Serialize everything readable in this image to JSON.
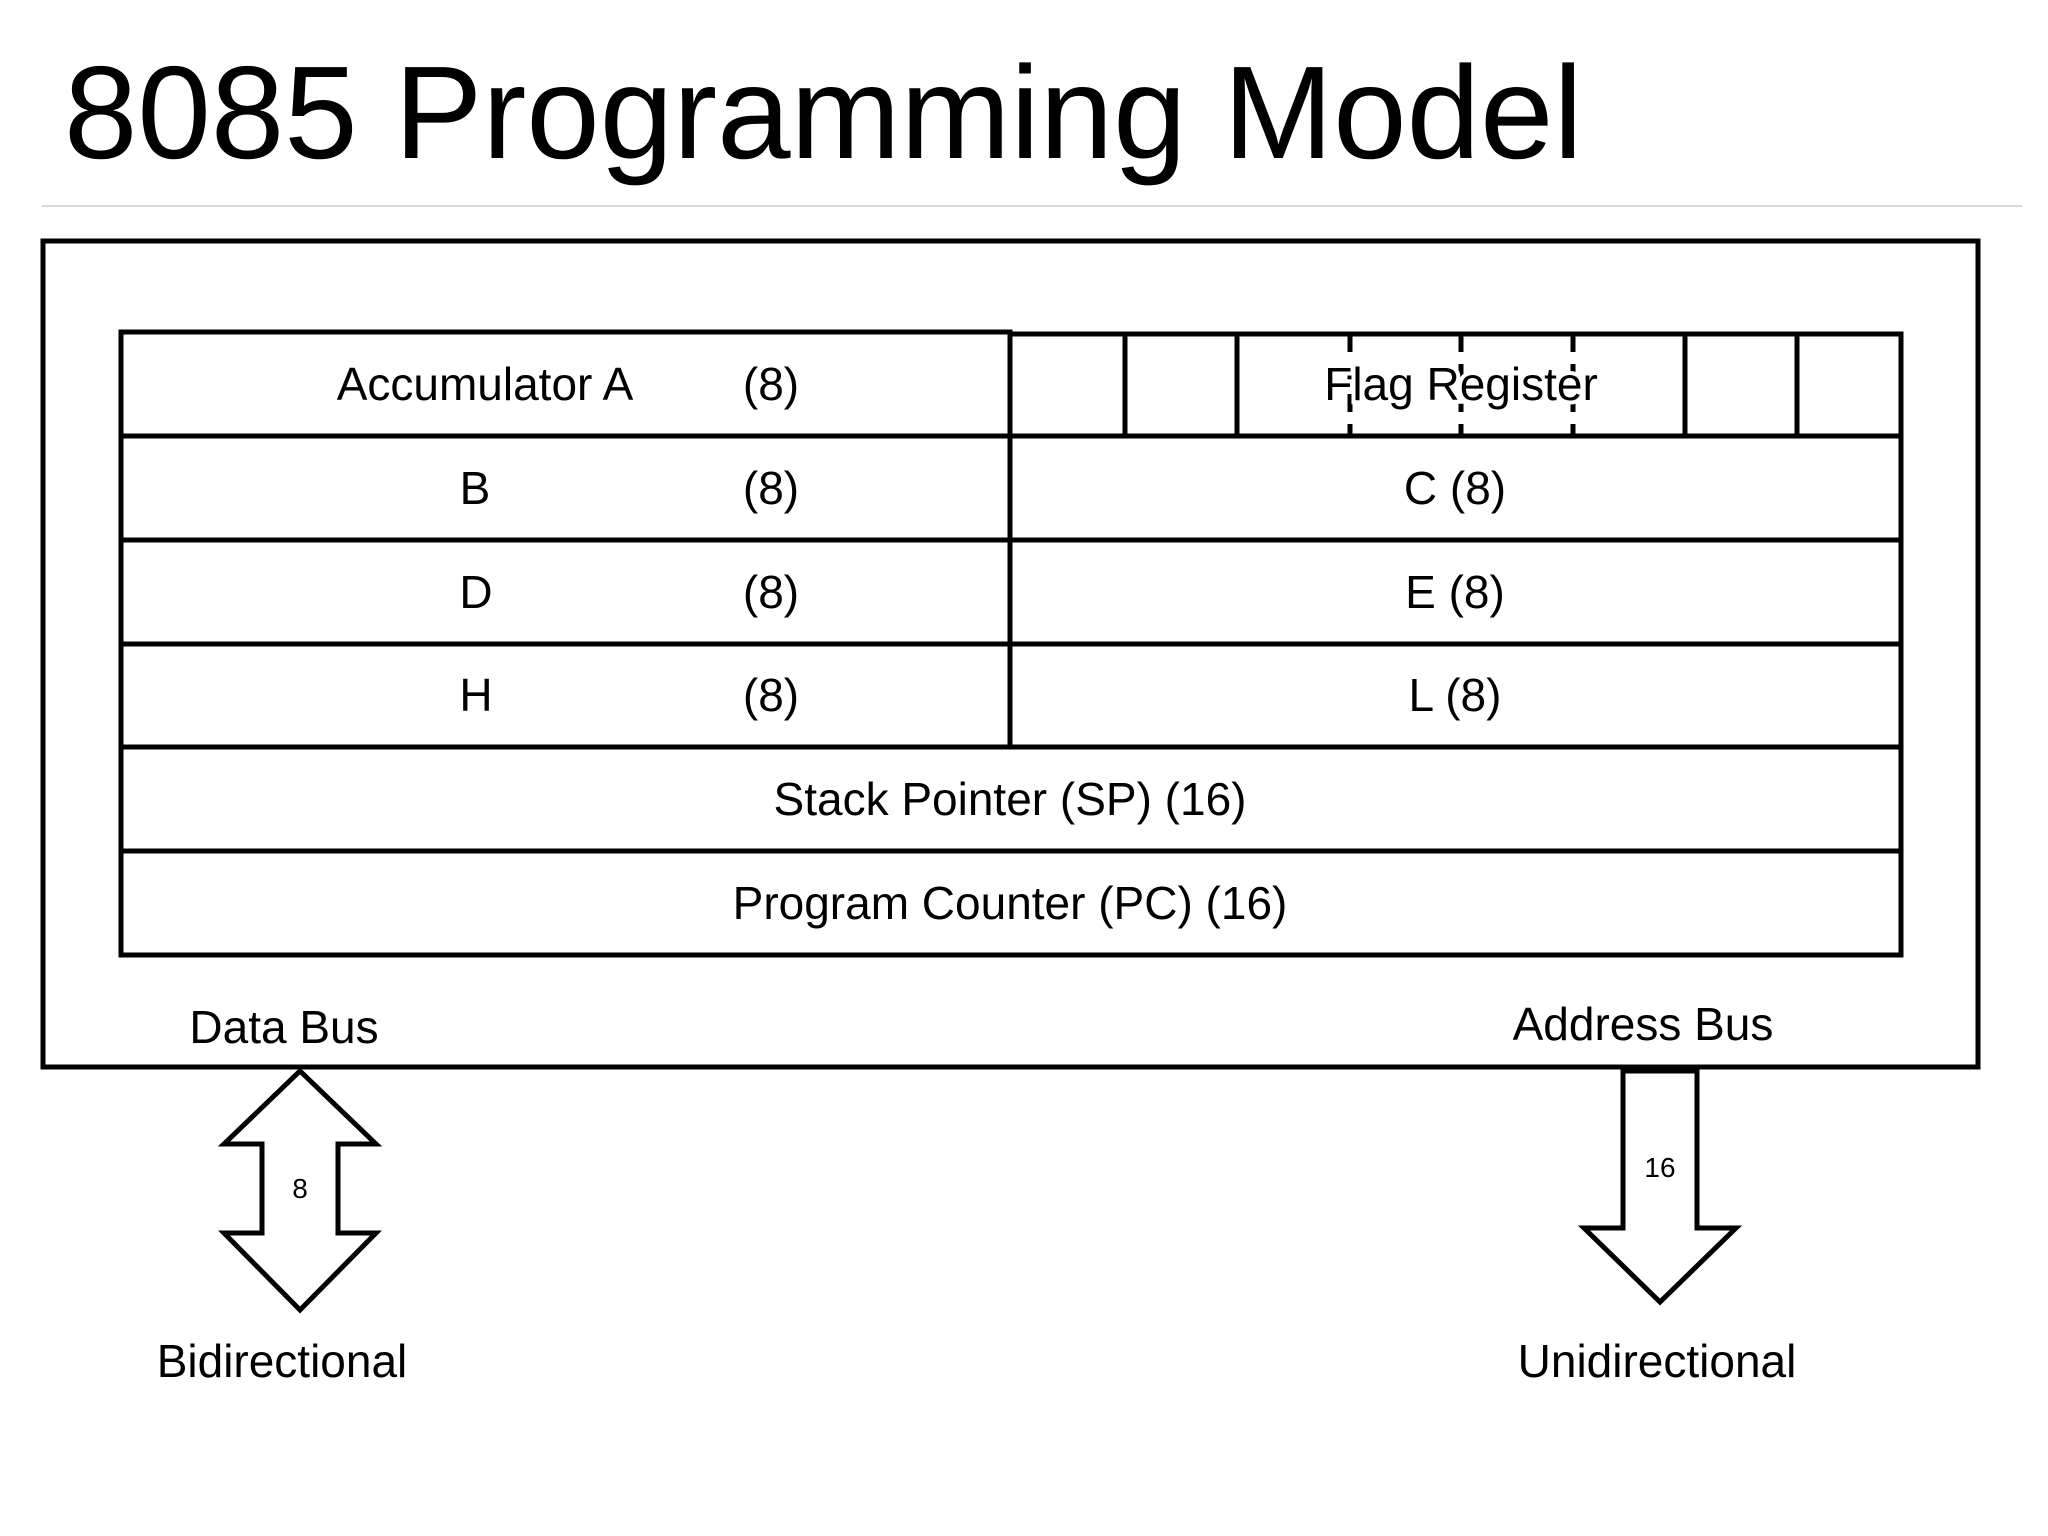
{
  "title": "8085 Programming Model",
  "registers": {
    "accumulator": {
      "name": "Accumulator A",
      "bits": "(8)"
    },
    "flag": {
      "name": "Flag Register"
    },
    "b": {
      "name": "B",
      "bits": "(8)"
    },
    "c": {
      "label": "C (8)"
    },
    "d": {
      "name": "D",
      "bits": "(8)"
    },
    "e": {
      "label": "E (8)"
    },
    "h": {
      "name": "H",
      "bits": "(8)"
    },
    "l": {
      "label": "L (8)"
    },
    "sp": {
      "label": "Stack Pointer (SP) (16)"
    },
    "pc": {
      "label": "Program Counter (PC) (16)"
    }
  },
  "buses": {
    "data": {
      "label": "Data Bus",
      "width": "8",
      "direction": "Bidirectional"
    },
    "address": {
      "label": "Address Bus",
      "width": "16",
      "direction": "Unidirectional"
    }
  }
}
